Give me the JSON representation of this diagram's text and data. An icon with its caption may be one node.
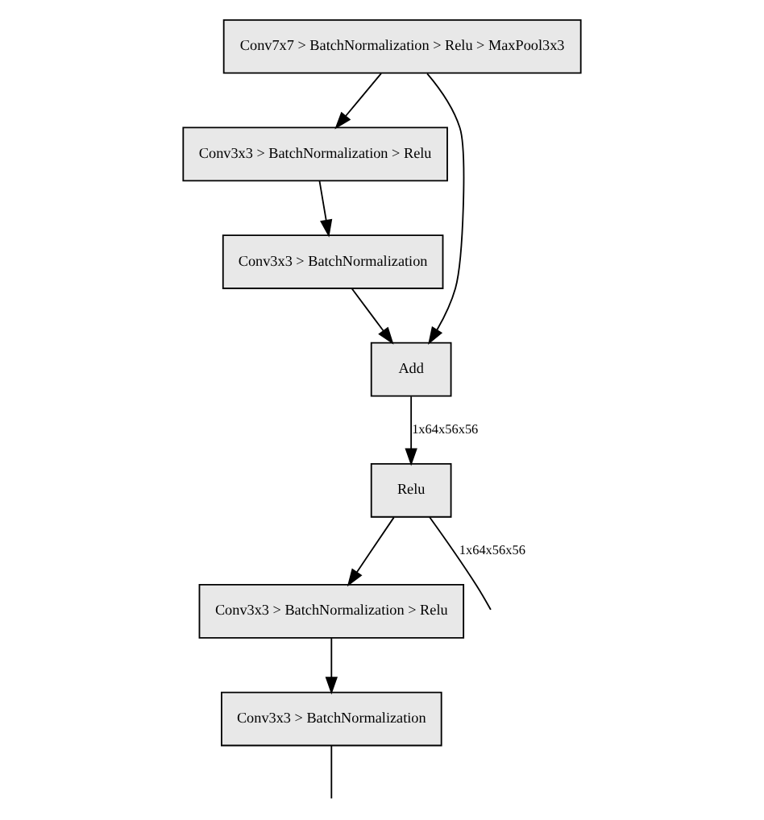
{
  "diagram": {
    "nodes": [
      {
        "text": [
          "Conv7x7 > BatchNormalization > Relu > MaxPool3x3"
        ]
      },
      {
        "text": [
          "Conv3x3 > BatchNormalization > Relu"
        ]
      },
      {
        "text": [
          "Conv3x3 > BatchNormalization"
        ]
      },
      {
        "text": [
          "Add"
        ]
      },
      {
        "text": [
          "Relu"
        ]
      },
      {
        "text": [
          "Conv3x3 > BatchNormalization > Relu"
        ]
      },
      {
        "text": [
          "Conv3x3 > BatchNormalization"
        ]
      }
    ],
    "edges": [
      {
        "from": 0,
        "to": 1,
        "arrow": "to"
      },
      {
        "from": 0,
        "to": 3,
        "arrow": "to"
      },
      {
        "from": 1,
        "to": 2,
        "arrow": "to"
      },
      {
        "from": 2,
        "to": 3,
        "arrow": "to"
      },
      {
        "from": 3,
        "to": 4,
        "arrow": "to",
        "label": "1x64x56x56"
      },
      {
        "from": 4,
        "to": 5,
        "arrow": "to"
      },
      {
        "from": 4,
        "to": null,
        "arrow": "none",
        "label": "1x64x56x56"
      },
      {
        "from": 5,
        "to": 6,
        "arrow": "to"
      },
      {
        "from": 6,
        "to": null,
        "arrow": "none"
      }
    ]
  }
}
